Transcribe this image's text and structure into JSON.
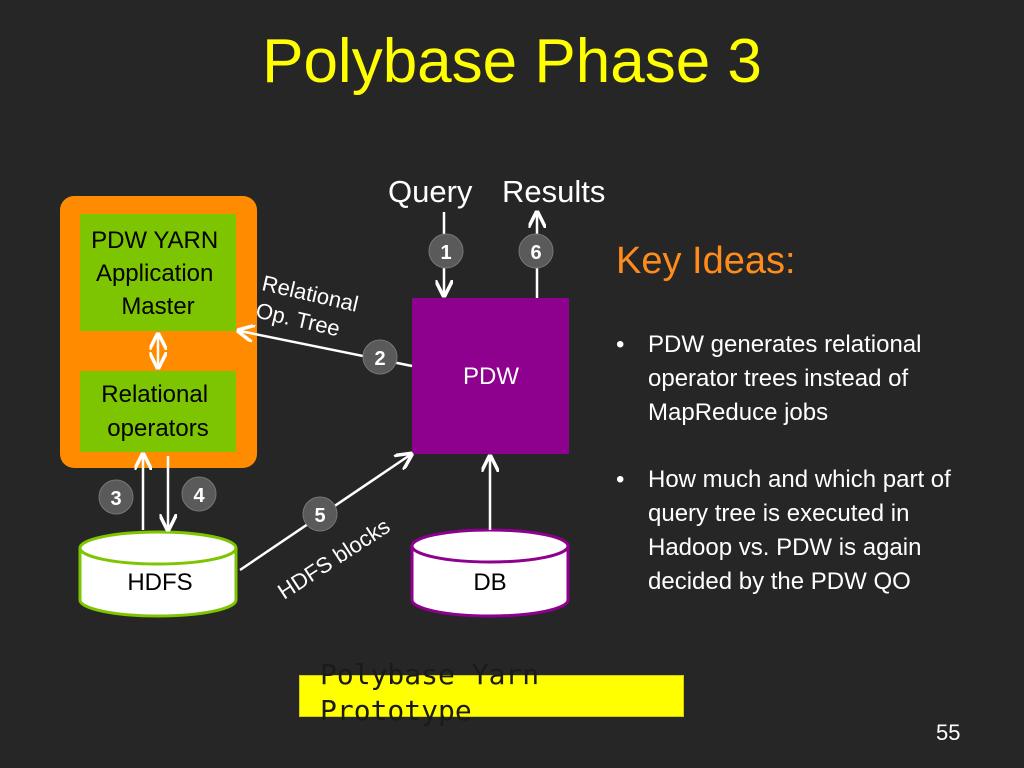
{
  "title": "Polybase Phase 3",
  "diagram": {
    "yarn_master_label": [
      "PDW YARN",
      "Application",
      "Master"
    ],
    "relational_operators_label": [
      "Relational",
      "operators"
    ],
    "pdw_label": "PDW",
    "hdfs_label": "HDFS",
    "db_label": "DB",
    "query_label": "Query",
    "results_label": "Results",
    "relational_op_tree_label": [
      "Relational",
      "Op. Tree"
    ],
    "hdfs_blocks_label": "HDFS blocks",
    "steps": [
      "1",
      "2",
      "3",
      "4",
      "5",
      "6"
    ]
  },
  "key_ideas": {
    "title": "Key Ideas:",
    "bullets": [
      "PDW generates relational operator trees instead of MapReduce jobs",
      "How much and which part of query tree is executed in Hadoop vs. PDW is again decided by the PDW QO"
    ]
  },
  "footer": {
    "prototype_label": "Polybase Yarn Prototype",
    "page_number": "55"
  },
  "colors": {
    "background": "#262626",
    "title": "#FFFF00",
    "orange": "#FF8C00",
    "green": "#7DC500",
    "purple": "#8E008E",
    "key_title": "#FF8C1A"
  }
}
